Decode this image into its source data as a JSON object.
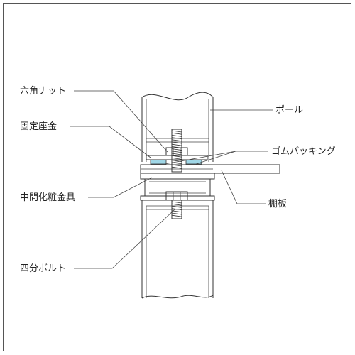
{
  "labels": {
    "hex_nut": "六角ナット",
    "fixing_washer": "固定座金",
    "intermediate_fitting": "中間化粧金具",
    "bolt": "四分ボルト",
    "pole": "ポール",
    "rubber_packing": "ゴムパッキング",
    "shelf": "棚板"
  },
  "colors": {
    "packing": "#9fd6e6",
    "line": "#333333",
    "background": "#ffffff"
  }
}
